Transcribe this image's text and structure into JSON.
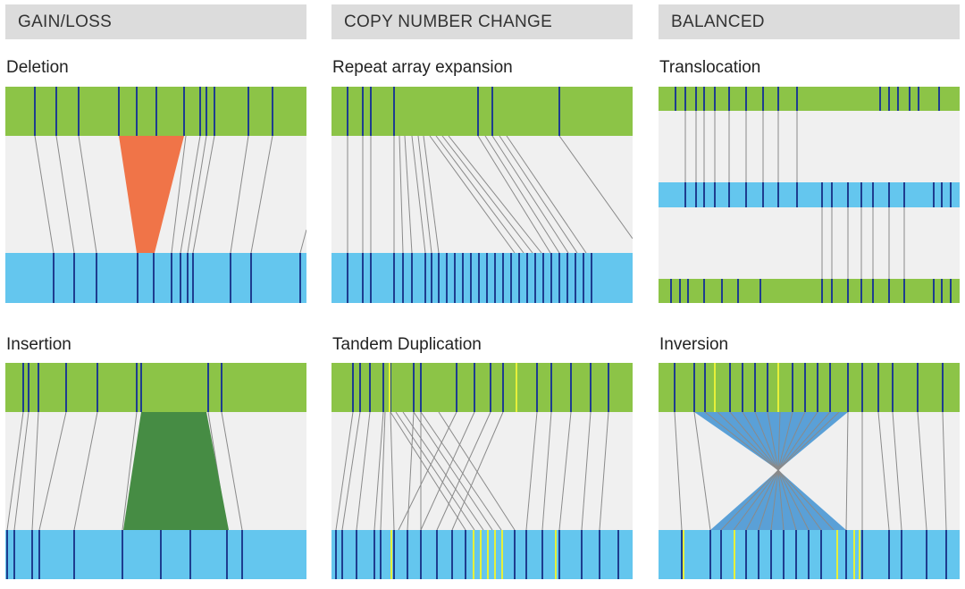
{
  "columns": [
    {
      "label": "GAIN/LOSS"
    },
    {
      "label": "COPY NUMBER CHANGE"
    },
    {
      "label": "BALANCED"
    }
  ],
  "panels": [
    {
      "id": "deletion",
      "title": "Deletion"
    },
    {
      "id": "repeat",
      "title": "Repeat array expansion"
    },
    {
      "id": "translocation",
      "title": "Translocation"
    },
    {
      "id": "insertion",
      "title": "Insertion"
    },
    {
      "id": "tandem",
      "title": "Tandem Duplication"
    },
    {
      "id": "inversion",
      "title": "Inversion"
    }
  ],
  "colors": {
    "green_band": "#8cc447",
    "blue_band": "#64c6ee",
    "marker": "#1e3d8f",
    "yellow_marker": "#e6f03a",
    "background": "#f0f0f0",
    "deletion_fill": "#f07448",
    "insertion_fill": "#468c44",
    "inversion_fill": "#5aa0d7",
    "connector": "#8a8a8a",
    "header_bg": "#dcdcdc"
  }
}
